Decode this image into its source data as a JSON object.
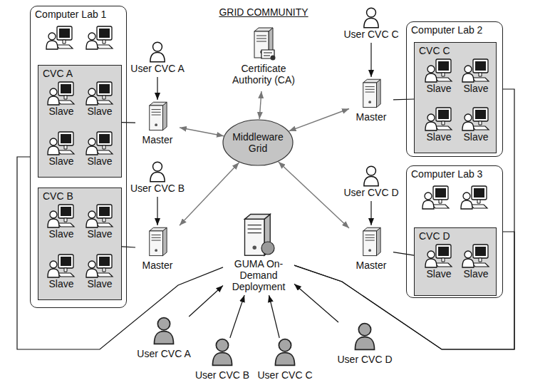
{
  "diagram": {
    "title": "GRID COMMUNITY",
    "nodes": [
      {
        "text": [
          "Computer Lab 1"
        ]
      },
      {
        "text": [
          "CVC A"
        ],
        "in": 0
      },
      {
        "text": [
          "Slave"
        ],
        "in": 1
      },
      {
        "text": [
          "Slave"
        ],
        "in": 1
      },
      {
        "text": [
          "Slave"
        ],
        "in": 1
      },
      {
        "text": [
          "Slave"
        ],
        "in": 1
      },
      {
        "text": [
          "CVC B"
        ],
        "in": 0
      },
      {
        "text": [
          "Slave"
        ],
        "in": 6
      },
      {
        "text": [
          "Slave"
        ],
        "in": 6
      },
      {
        "text": [
          "Slave"
        ],
        "in": 6
      },
      {
        "text": [
          "Slave"
        ],
        "in": 6
      },
      {
        "text": [
          "User CVC A"
        ]
      },
      {
        "text": [
          "Master"
        ]
      },
      {
        "text": [
          "User CVC B"
        ]
      },
      {
        "text": [
          "Master"
        ]
      },
      {
        "text": [
          "Certificate Authority (CA)"
        ]
      },
      {
        "text": [
          "Middleware Grid"
        ]
      },
      {
        "text": [
          "User CVC C"
        ]
      },
      {
        "text": [
          "Master"
        ]
      },
      {
        "text": [
          "Computer Lab 2"
        ]
      },
      {
        "text": [
          "CVC C"
        ],
        "in": 19
      },
      {
        "text": [
          "Slave"
        ],
        "in": 20
      },
      {
        "text": [
          "Slave"
        ],
        "in": 20
      },
      {
        "text": [
          "Slave"
        ],
        "in": 20
      },
      {
        "text": [
          "Slave"
        ],
        "in": 20
      },
      {
        "text": [
          "User CVC D"
        ]
      },
      {
        "text": [
          "Master"
        ]
      },
      {
        "text": [
          "Computer Lab 3"
        ]
      },
      {
        "text": [
          "CVC D"
        ],
        "in": 27
      },
      {
        "text": [
          "Slave"
        ],
        "in": 28
      },
      {
        "text": [
          "Slave"
        ],
        "in": 28
      },
      {
        "text": [
          "GUMA On-Demand Deployment"
        ]
      },
      {
        "text": [
          "User CVC A"
        ]
      },
      {
        "text": [
          "User CVC B"
        ]
      },
      {
        "text": [
          "User CVC C"
        ]
      },
      {
        "text": [
          "User CVC D"
        ]
      }
    ],
    "edges": [
      {
        "from": 11,
        "to": 12,
        "arrow": "to"
      },
      {
        "from": 12,
        "to": 1,
        "arrow": "none"
      },
      {
        "from": 12,
        "to": 16,
        "arrow": "both"
      },
      {
        "from": 13,
        "to": 14,
        "arrow": "to"
      },
      {
        "from": 14,
        "to": 6,
        "arrow": "none"
      },
      {
        "from": 14,
        "to": 16,
        "arrow": "both"
      },
      {
        "from": 15,
        "to": 16,
        "arrow": "both"
      },
      {
        "from": 17,
        "to": 18,
        "arrow": "to"
      },
      {
        "from": 18,
        "to": 20,
        "arrow": "none"
      },
      {
        "from": 18,
        "to": 16,
        "arrow": "both"
      },
      {
        "from": 25,
        "to": 26,
        "arrow": "to"
      },
      {
        "from": 26,
        "to": 28,
        "arrow": "none"
      },
      {
        "from": 26,
        "to": 16,
        "arrow": "both"
      },
      {
        "from": 32,
        "to": 31,
        "arrow": "to"
      },
      {
        "from": 33,
        "to": 31,
        "arrow": "to"
      },
      {
        "from": 34,
        "to": 31,
        "arrow": "to"
      },
      {
        "from": 35,
        "to": 31,
        "arrow": "to"
      },
      {
        "from": 31,
        "to": 0,
        "arrow": "none"
      },
      {
        "from": 31,
        "to": 19,
        "arrow": "none"
      },
      {
        "from": 31,
        "to": 27,
        "arrow": "none"
      }
    ]
  }
}
